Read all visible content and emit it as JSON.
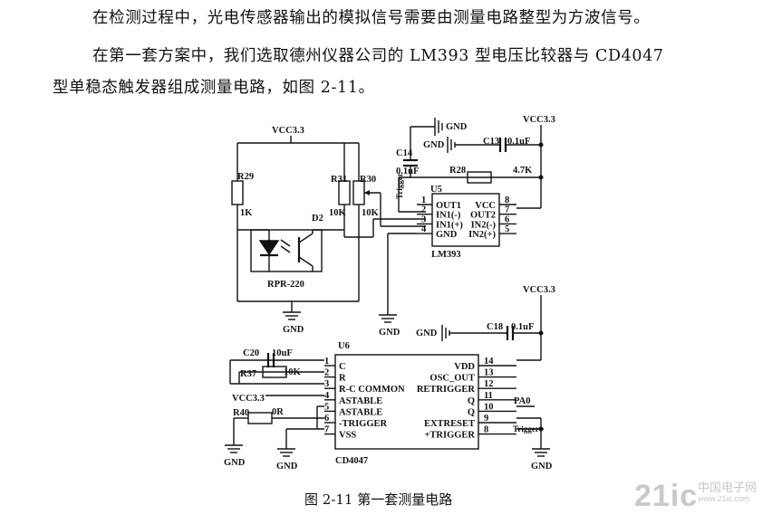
{
  "text": {
    "para1": "在检测过程中，光电传感器输出的模拟信号需要由测量电路整型为方波信号。",
    "para2_line1": "在第一套方案中，我们选取德州仪器公司的 LM393 型电压比较器与 CD4047",
    "para2_line2": "型单稳态触发器组成测量电路，如图 2-11。",
    "caption": "图 2-11   第一套测量电路"
  },
  "schematic": {
    "vcc": "VCC3.3",
    "gnd": "GND",
    "r29": "R29",
    "r29_val": "1K",
    "r31": "R31",
    "r31_val": "10K",
    "r30": "R30",
    "r30_val": "10K",
    "d2": "D2",
    "rpr": "RPR-220",
    "c14": "C14",
    "c14_val": "0.1uF",
    "c13": "C13",
    "c13_val": "0.1uF",
    "r28": "R28",
    "r28_val": "4.7K",
    "trigger_v": "Trigger",
    "u5": "U5",
    "lm393": "LM393",
    "lm393_pins_left": [
      "OUT1",
      "IN1(-)",
      "IN1(+)",
      "GND"
    ],
    "lm393_pins_right": [
      "VCC",
      "OUT2",
      "IN2(-)",
      "IN2(+)"
    ],
    "lm393_nums_left": [
      "1",
      "2",
      "3",
      "4"
    ],
    "lm393_nums_right": [
      "8",
      "7",
      "6",
      "5"
    ],
    "c18": "C18",
    "c18_val": "0.1uF",
    "u6": "U6",
    "cd4047": "CD4047",
    "c20": "C20",
    "c20_val": "10uF",
    "r37": "R37",
    "r37_val": "10K",
    "r40": "R40",
    "r40_val": "0R",
    "pa0": "PA0",
    "trigger": "Trigger",
    "cd_pins_left": [
      "C",
      "R",
      "R-C COMMON",
      "ASTABLE",
      "ASTABLE",
      "-TRIGGER",
      "VSS"
    ],
    "cd_pins_right": [
      "VDD",
      "OSC_OUT",
      "RETRIGGER",
      "Q",
      "Q",
      "EXTRESET",
      "+TRIGGER"
    ],
    "cd_nums_left": [
      "1",
      "2",
      "3",
      "4",
      "5",
      "6",
      "7"
    ],
    "cd_nums_right": [
      "14",
      "13",
      "12",
      "11",
      "10",
      "9",
      "8"
    ]
  },
  "watermark": {
    "text": "21ic",
    "sub1": "中国电子网",
    "sub2": "www.21ic.com"
  }
}
